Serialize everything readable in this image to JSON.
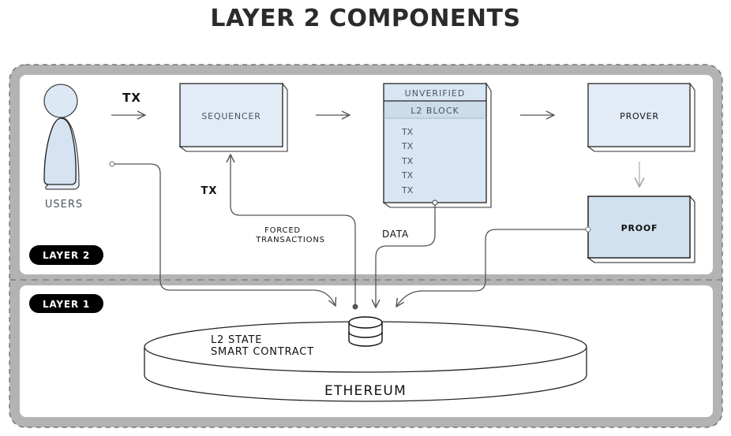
{
  "title": "LAYER 2 COMPONENTS",
  "layers": {
    "layer2": "LAYER 2",
    "layer1": "LAYER 1"
  },
  "users": {
    "label": "USERS"
  },
  "labels": {
    "tx_top": "TX",
    "tx_left": "TX",
    "forced_line1": "FORCED",
    "forced_line2": "TRANSACTIONS",
    "data": "DATA"
  },
  "sequencer": {
    "label": "SEQUENCER"
  },
  "block": {
    "header": "UNVERIFIED",
    "subheader": "L2 BLOCK",
    "txs": [
      "TX",
      "TX",
      "TX",
      "TX",
      "TX"
    ]
  },
  "prover": {
    "label": "PROVER"
  },
  "proof": {
    "label": "PROOF"
  },
  "ethereum": {
    "contract_line1": "L2 STATE",
    "contract_line2": "SMART CONTRACT",
    "label": "ETHEREUM"
  },
  "colors": {
    "box_fill": "#e2ebf6",
    "proof_fill": "#d2e1f0",
    "frame_grey": "#b3b3b3",
    "line": "#555555",
    "pill": "#000000"
  }
}
